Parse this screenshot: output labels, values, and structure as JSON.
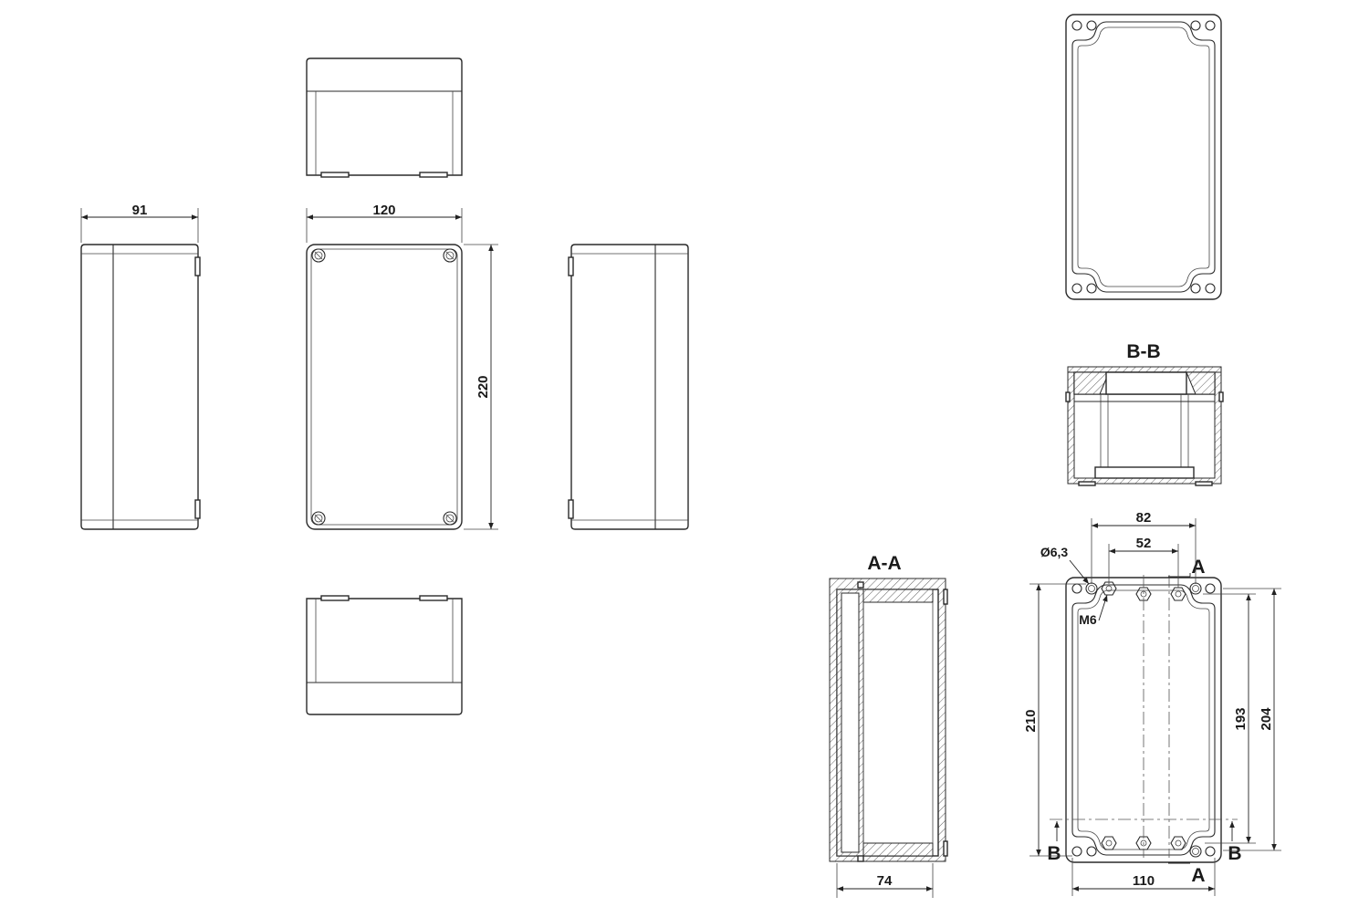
{
  "drawing": {
    "dimensions": {
      "depth_side": "91",
      "width_front": "120",
      "height_front": "220",
      "section_depth": "74",
      "hole_spacing_outer": "82",
      "hole_spacing_inner": "52",
      "hole_diameter": "Ø6,3",
      "thread": "M6",
      "mount_height": "210",
      "inner_height": "193",
      "outer_height": "204",
      "base_width": "110"
    },
    "sections": {
      "aa_title": "A-A",
      "bb_title": "B-B",
      "marker_a": "A",
      "marker_b": "B"
    }
  }
}
